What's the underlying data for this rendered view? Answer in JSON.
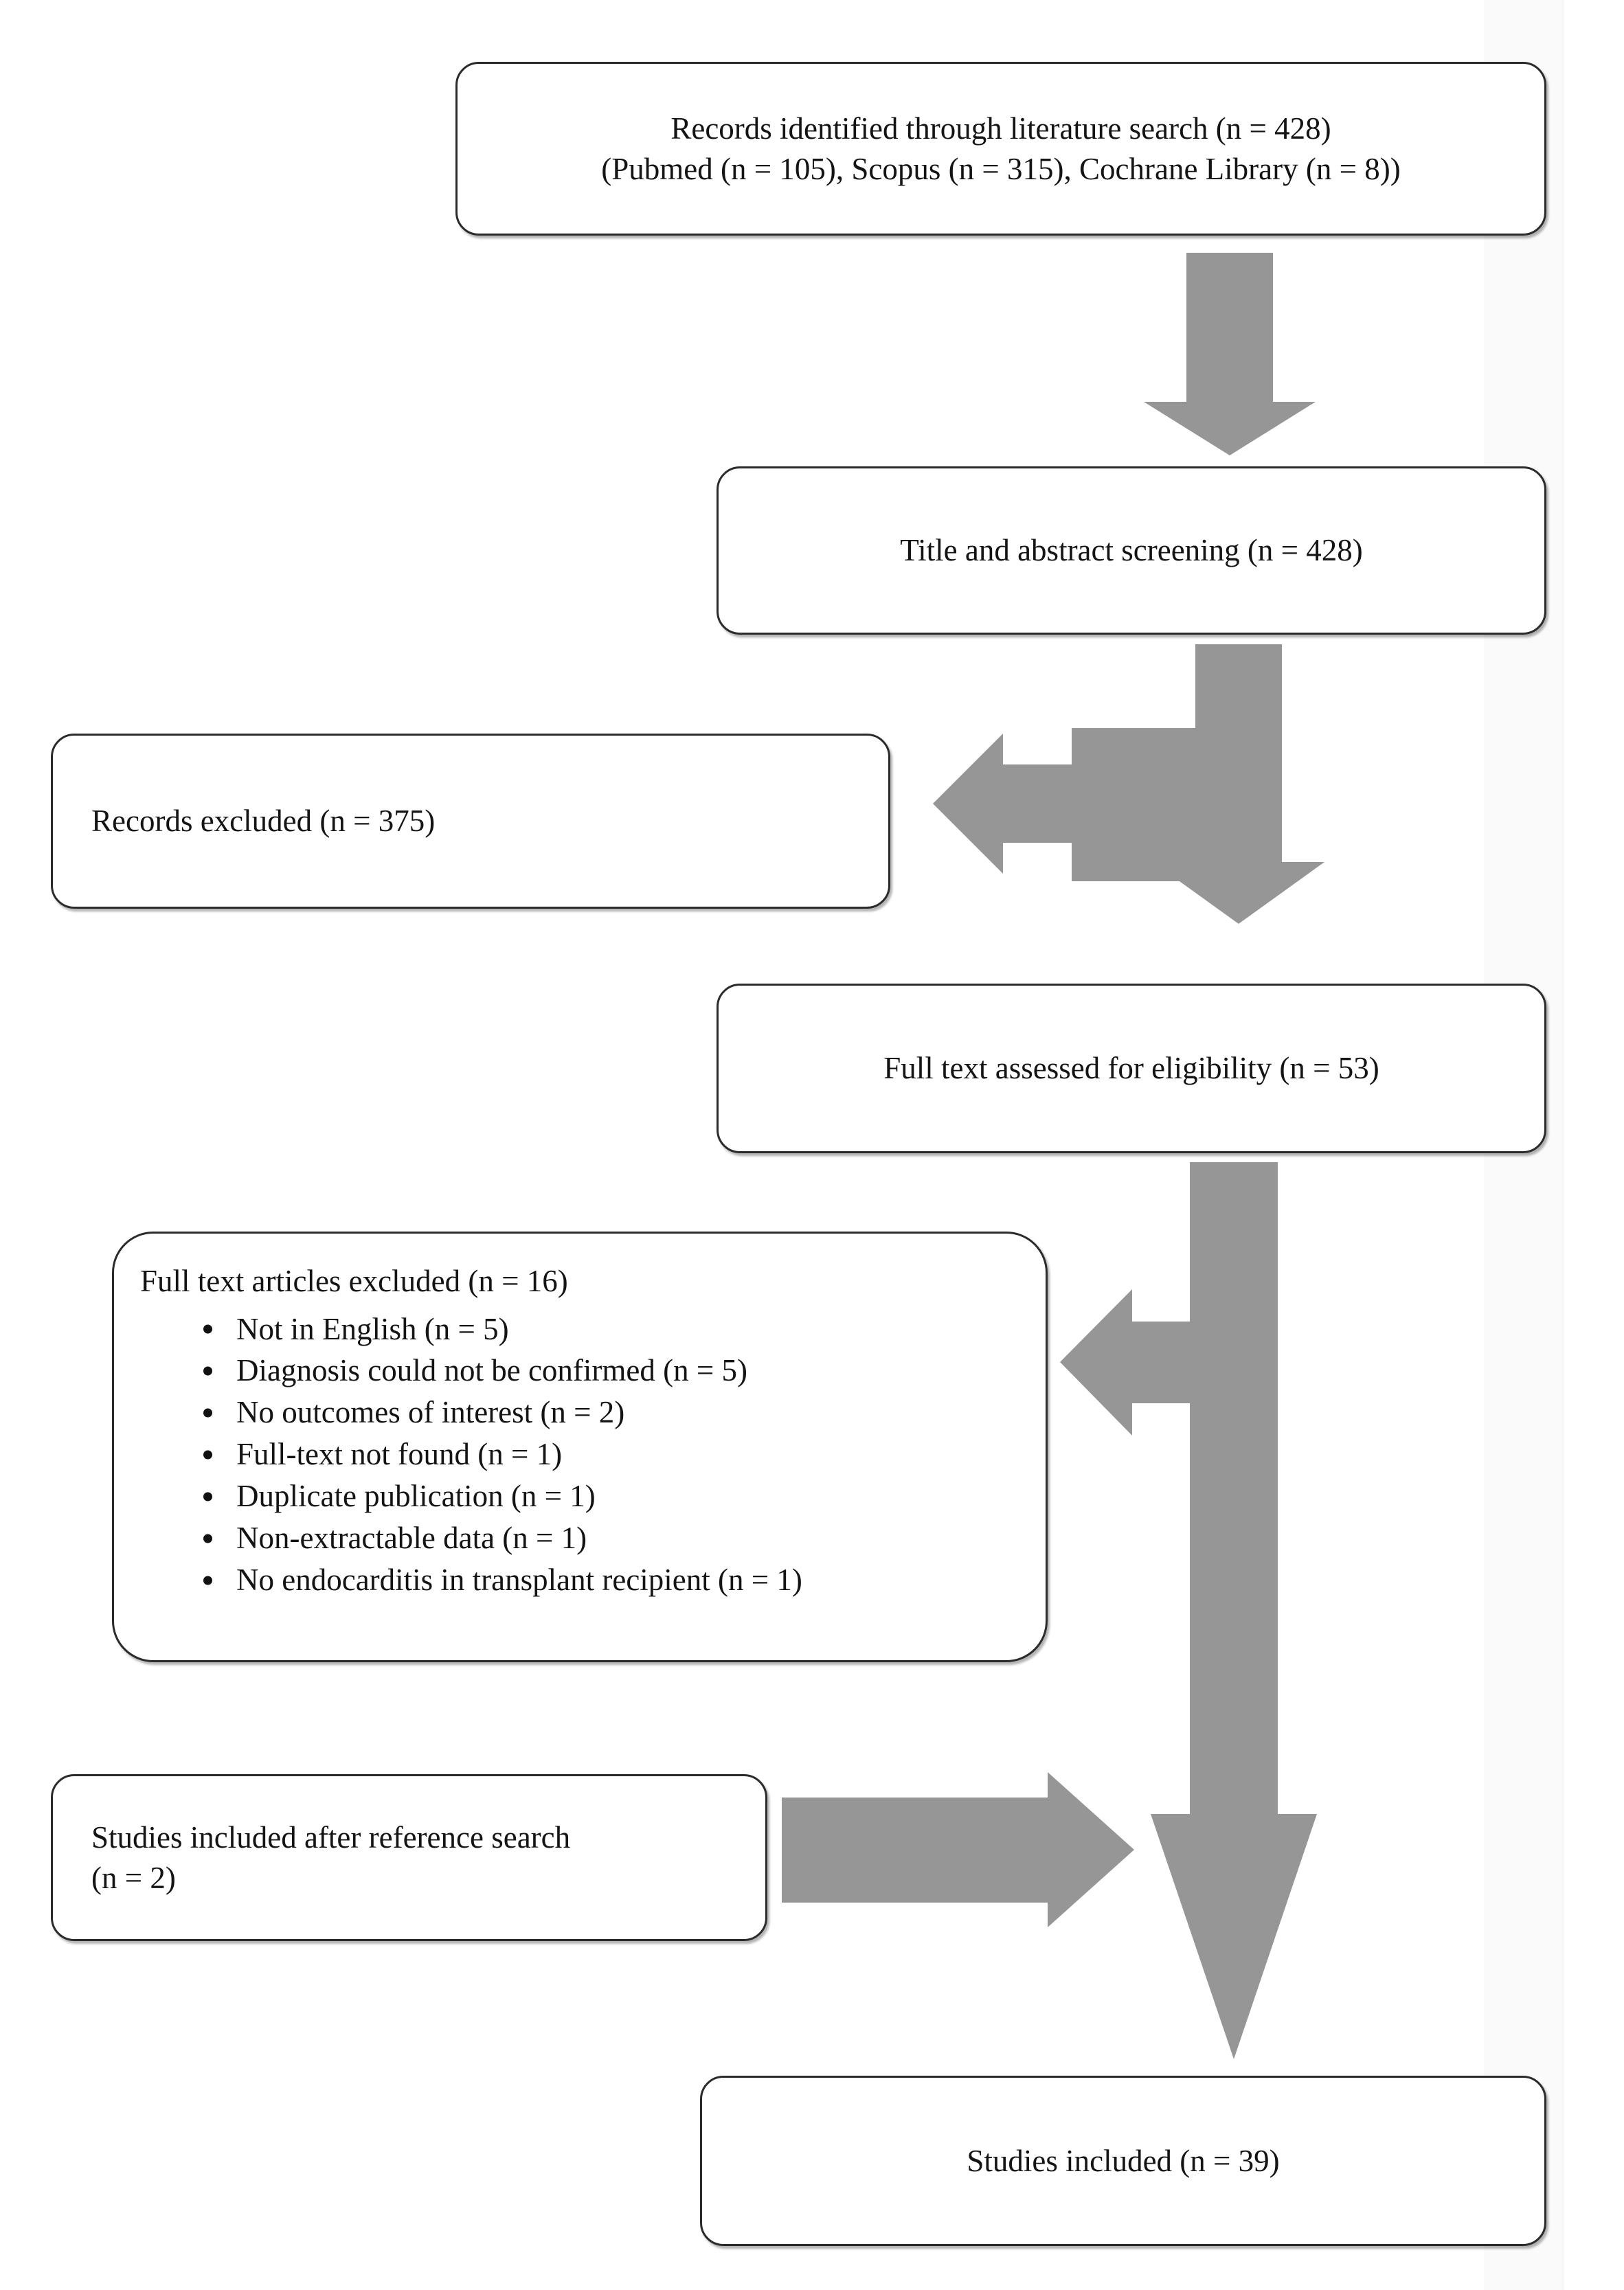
{
  "diagram": {
    "title": "PRISMA study selection flow diagram",
    "arrow_color": "#969696",
    "box_border_color": "#2b2b2b",
    "text_color": "#141414",
    "background": "#ffffff"
  },
  "nodes": {
    "identified": {
      "name": "records-identified",
      "line1": "Records identified through literature search (n = 428)",
      "line2": "(Pubmed (n = 105), Scopus (n = 315), Cochrane Library (n = 8))"
    },
    "screening": {
      "name": "title-abstract-screening",
      "line1": "Title and abstract screening (n = 428)"
    },
    "records_excluded": {
      "name": "records-excluded",
      "line1": "Records excluded (n = 375)"
    },
    "full_text_assessed": {
      "name": "full-text-assessed",
      "line1": "Full text assessed for eligibility (n = 53)"
    },
    "full_text_excluded": {
      "name": "full-text-articles-excluded",
      "heading": "Full text articles excluded (n = 16)",
      "reasons": [
        "Not in English (n = 5)",
        "Diagnosis could not be confirmed (n = 5)",
        "No outcomes of interest (n = 2)",
        "Full-text not found (n = 1)",
        "Duplicate publication (n = 1)",
        "Non-extractable data (n = 1)",
        "No endocarditis in transplant recipient (n = 1)"
      ]
    },
    "reference_search": {
      "name": "studies-after-reference-search",
      "line1": "Studies included after reference search",
      "line2": "(n = 2)"
    },
    "studies_included": {
      "name": "studies-included",
      "line1": "Studies included (n = 39)"
    }
  },
  "chart_data": {
    "type": "diagram",
    "title": "PRISMA flow of study selection",
    "stages": [
      {
        "id": "identified",
        "label": "Records identified through literature search",
        "n": 428
      },
      {
        "id": "pubmed",
        "label": "Pubmed",
        "n": 105
      },
      {
        "id": "scopus",
        "label": "Scopus",
        "n": 315
      },
      {
        "id": "cochrane",
        "label": "Cochrane Library",
        "n": 8
      },
      {
        "id": "screening",
        "label": "Title and abstract screening",
        "n": 428
      },
      {
        "id": "records_excluded",
        "label": "Records excluded",
        "n": 375
      },
      {
        "id": "full_text_assessed",
        "label": "Full text assessed for eligibility",
        "n": 53
      },
      {
        "id": "full_text_excluded",
        "label": "Full text articles excluded",
        "n": 16
      },
      {
        "id": "reference_search",
        "label": "Studies included after reference search",
        "n": 2
      },
      {
        "id": "studies_included",
        "label": "Studies included",
        "n": 39
      }
    ],
    "exclusion_reasons": {
      "categories": [
        "Not in English",
        "Diagnosis could not be confirmed",
        "No outcomes of interest",
        "Full-text not found",
        "Duplicate publication",
        "Non-extractable data",
        "No endocarditis in transplant recipient"
      ],
      "values": [
        5,
        5,
        2,
        1,
        1,
        1,
        1
      ],
      "total": 16
    },
    "edges": [
      {
        "from": "identified",
        "to": "screening",
        "direction": "down"
      },
      {
        "from": "screening",
        "to": "records_excluded",
        "direction": "left"
      },
      {
        "from": "screening",
        "to": "full_text_assessed",
        "direction": "down"
      },
      {
        "from": "full_text_assessed",
        "to": "full_text_excluded",
        "direction": "left"
      },
      {
        "from": "full_text_assessed",
        "to": "studies_included",
        "direction": "down"
      },
      {
        "from": "reference_search",
        "to": "studies_included",
        "direction": "right"
      }
    ]
  }
}
